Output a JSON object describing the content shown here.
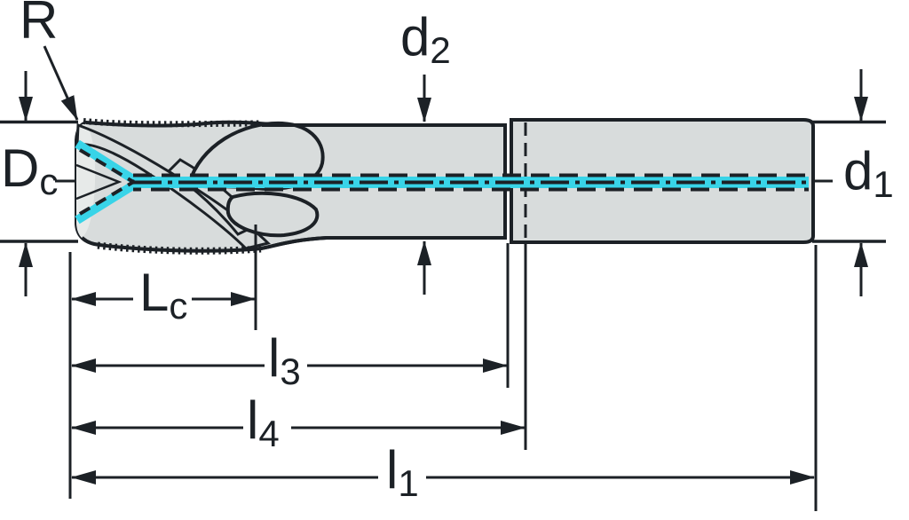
{
  "colors": {
    "outline": "#1c2126",
    "body": "#d8dcdc",
    "bodylight": "#e7eae9",
    "accent": "#38d4e8",
    "bg": "#ffffff"
  },
  "labels": {
    "radius": {
      "main": "R",
      "sub": ""
    },
    "dc": {
      "main": "D",
      "sub": "c"
    },
    "d2": {
      "main": "d",
      "sub": "2"
    },
    "d1": {
      "main": "d",
      "sub": "1"
    },
    "lc": {
      "main": "L",
      "sub": "c"
    },
    "l3": {
      "main": "l",
      "sub": "3"
    },
    "l4": {
      "main": "l",
      "sub": "4"
    },
    "l1": {
      "main": "l",
      "sub": "1"
    }
  }
}
